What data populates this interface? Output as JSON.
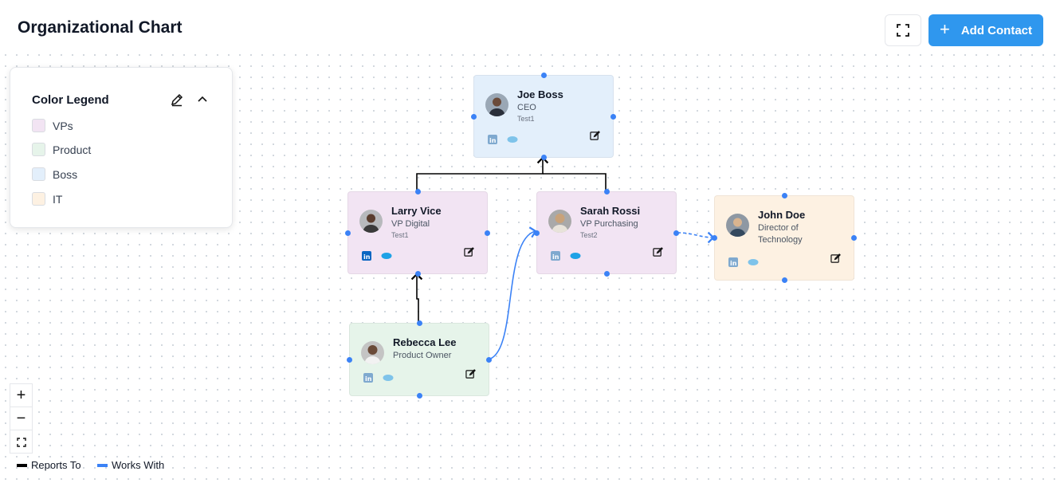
{
  "header": {
    "title": "Organizational Chart",
    "add_contact_label": "Add Contact"
  },
  "legend": {
    "title": "Color Legend",
    "items": [
      {
        "label": "VPs",
        "color": "#f2e4f3"
      },
      {
        "label": "Product",
        "color": "#e6f4ea"
      },
      {
        "label": "Boss",
        "color": "#e3effb"
      },
      {
        "label": "IT",
        "color": "#fdf1e2"
      }
    ]
  },
  "zoom": {
    "in": "+",
    "out": "−"
  },
  "edge_legend": {
    "reports_to": "Reports To",
    "works_with": "Works With",
    "reports_to_color": "#000000",
    "works_with_color": "#3b82f6"
  },
  "nodes": [
    {
      "name": "Joe Boss",
      "role": "CEO",
      "sub": "Test1",
      "color": "#e3effb"
    },
    {
      "name": "Larry Vice",
      "role": "VP Digital",
      "sub": "Test1",
      "color": "#f2e4f3"
    },
    {
      "name": "Sarah Rossi",
      "role": "VP Purchasing",
      "sub": "Test2",
      "color": "#f2e4f3"
    },
    {
      "name": "John Doe",
      "role": "Director of Technology",
      "sub": "",
      "color": "#fdf1e2"
    },
    {
      "name": "Rebecca Lee",
      "role": "Product Owner",
      "sub": "",
      "color": "#e6f4ea"
    }
  ],
  "icons": {
    "linkedin": "linkedin-icon",
    "salesforce": "salesforce-icon",
    "edit": "edit-icon"
  }
}
